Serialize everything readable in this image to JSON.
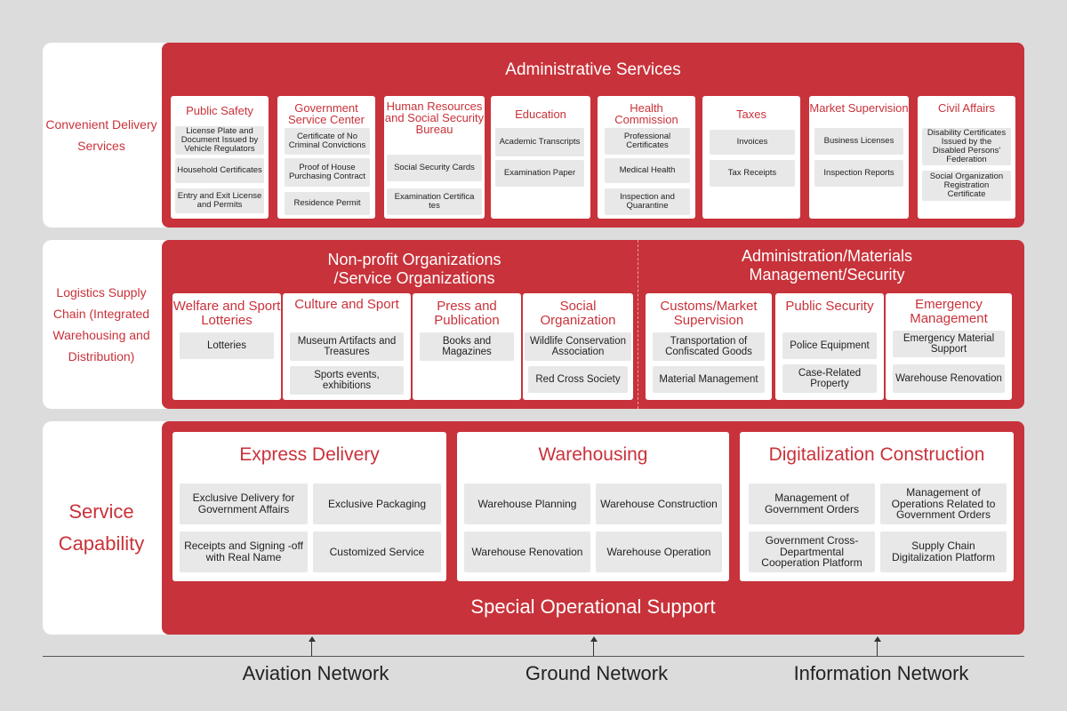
{
  "row_labels": {
    "convenient": "Convenient Delivery Services",
    "logistics": "Logistics Supply Chain (Integrated Warehousing and Distribution)",
    "capability": "Service Capability"
  },
  "admin": {
    "title": "Administrative Services",
    "cards": [
      {
        "title": "Public Safety",
        "items": [
          "License Plate and Document Issued by Vehicle Regulators",
          "Household Certificates",
          "Entry and Exit License and Permits"
        ]
      },
      {
        "title": "Government Service Center",
        "items": [
          "Certificate of No Criminal Convictions",
          "Proof of House Purchasing Contract",
          "Residence Permit"
        ]
      },
      {
        "title": "Human Resources and Social Security Bureau",
        "items": [
          "Social Security Cards",
          "Examination Certifica tes"
        ]
      },
      {
        "title": "Education",
        "items": [
          "Academic Transcripts",
          "Examination Paper"
        ]
      },
      {
        "title": "Health Commission",
        "items": [
          "Professional Certificates",
          "Medical Health",
          "Inspection and Quarantine"
        ]
      },
      {
        "title": "Taxes",
        "items": [
          "Invoices",
          "Tax Receipts"
        ]
      },
      {
        "title": "Market Supervision",
        "items": [
          "Business Licenses",
          "Inspection Reports"
        ]
      },
      {
        "title": "Civil Affairs",
        "items": [
          "Disability Certificates Issued by the Disabled Persons' Federation",
          "Social Organization Registration Certificate"
        ]
      }
    ]
  },
  "nonprofit": {
    "title_line1": "Non-profit Organizations",
    "title_line2": "/Service Organizations",
    "cards": [
      {
        "title": "Welfare and Sport Lotteries",
        "items": [
          "Lotteries"
        ]
      },
      {
        "title": "Culture and Sport",
        "items": [
          "Museum Artifacts and Treasures",
          "Sports events, exhibitions"
        ]
      },
      {
        "title": "Press and Publication",
        "items": [
          "Books and Magazines"
        ]
      },
      {
        "title": "Social Organization",
        "items": [
          "Wildlife Conservation Association",
          "Red Cross Society"
        ]
      }
    ]
  },
  "materials": {
    "title_line1": "Administration/Materials",
    "title_line2": "Management/Security",
    "cards": [
      {
        "title": "Customs/Market Supervision",
        "items": [
          "Transportation of Confiscated Goods",
          "Material Management"
        ]
      },
      {
        "title": "Public Security",
        "items": [
          "Police Equipment",
          "Case-Related Property"
        ]
      },
      {
        "title": "Emergency Management",
        "items": [
          "Emergency Material Support",
          "Warehouse Renovation"
        ]
      }
    ]
  },
  "capability": {
    "footer": "Special Operational Support",
    "cards": [
      {
        "title": "Express Delivery",
        "items": [
          "Exclusive Delivery for Government Affairs",
          "Exclusive Packaging",
          "Receipts and Signing -off with Real Name",
          "Customized Service"
        ]
      },
      {
        "title": "Warehousing",
        "items": [
          "Warehouse Planning",
          "Warehouse Construction",
          "Warehouse Renovation",
          "Warehouse Operation"
        ]
      },
      {
        "title": "Digitalization Construction",
        "items": [
          "Management of Government Orders",
          "Management of Operations Related to Government Orders",
          "Government Cross-Departmental Cooperation Platform",
          "Supply Chain Digitalization Platform"
        ]
      }
    ]
  },
  "networks": [
    "Aviation Network",
    "Ground Network",
    "Information Network"
  ]
}
